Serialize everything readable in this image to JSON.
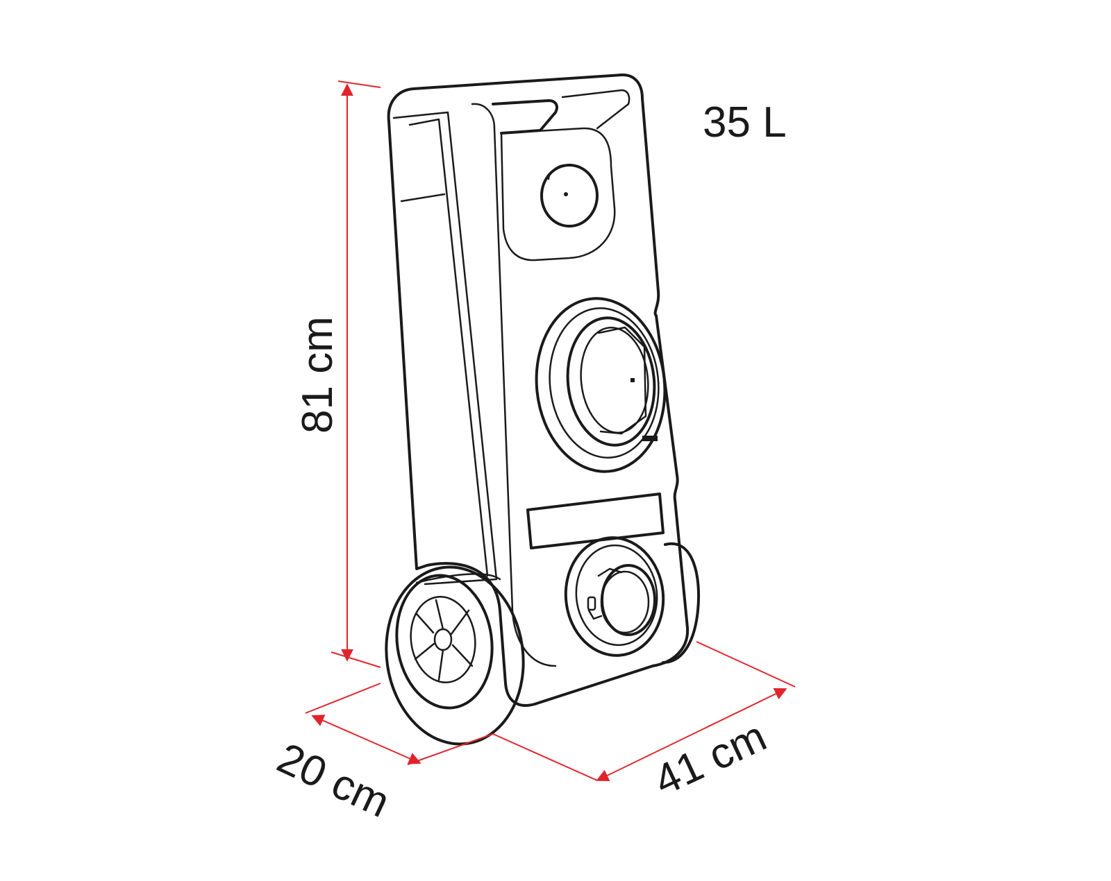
{
  "product": {
    "name_icon": "water-tank-on-wheels-icon",
    "volume_label": "35 L"
  },
  "dimensions": {
    "height_label": "81 cm",
    "depth_label": "20 cm",
    "width_label": "41 cm"
  },
  "colors": {
    "dimension_line": "#e1242b",
    "outline": "#1a1a1a",
    "background": "#ffffff"
  }
}
